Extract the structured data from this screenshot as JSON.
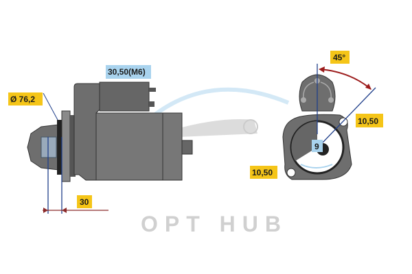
{
  "watermark": "OPT HUB",
  "side_view": {
    "terminal_label": "30,50(M6)",
    "diameter_label": "Ø 76,2",
    "distance_label": "30"
  },
  "end_view": {
    "angle_label": "45°",
    "hole_right_label": "10,50",
    "hole_left_label": "10,50",
    "teeth_label": "9"
  },
  "colors": {
    "label_yellow": "#f5c518",
    "label_blue": "#a9d3ee",
    "body": "#6e6e6e",
    "dim_line": "#1f3f8a",
    "arrow": "#9c1c1c"
  }
}
